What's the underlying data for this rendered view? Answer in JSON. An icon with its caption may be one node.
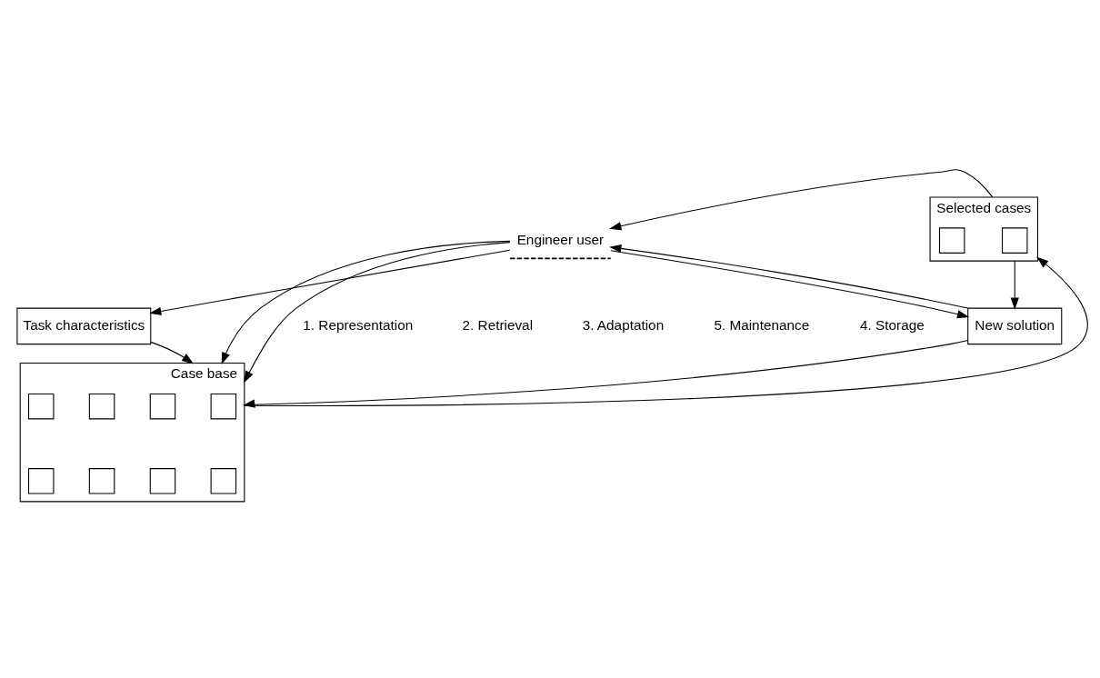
{
  "diagram": {
    "nodes": [
      {
        "text": [
          "Engineer user"
        ]
      },
      {
        "text": [
          "Task characteristics"
        ]
      },
      {
        "text": [
          "Selected cases"
        ]
      },
      {
        "text": [],
        "shape": "box",
        "in": 2
      },
      {
        "text": [],
        "shape": "box",
        "in": 2
      },
      {
        "text": [
          "New solution"
        ]
      },
      {
        "text": [
          "Case base"
        ]
      },
      {
        "text": [],
        "shape": "box",
        "in": 6
      },
      {
        "text": [],
        "shape": "box",
        "in": 6
      },
      {
        "text": [],
        "shape": "box",
        "in": 6
      },
      {
        "text": [],
        "shape": "box",
        "in": 6
      },
      {
        "text": [],
        "shape": "box",
        "in": 6
      },
      {
        "text": [],
        "shape": "box",
        "in": 6
      },
      {
        "text": [],
        "shape": "box",
        "in": 6
      },
      {
        "text": [],
        "shape": "box",
        "in": 6
      }
    ],
    "edges": [
      {
        "from": 0,
        "to": 6,
        "arrow": "to"
      },
      {
        "from": 0,
        "to": 1,
        "arrow": "to"
      },
      {
        "from": 1,
        "to": 6,
        "arrow": "to"
      },
      {
        "from": 2,
        "to": 0,
        "arrow": "to"
      },
      {
        "from": 6,
        "to": 2,
        "arrow": "to"
      },
      {
        "from": 2,
        "to": 5,
        "arrow": "to"
      },
      {
        "from": 0,
        "to": 5,
        "arrow": "to"
      },
      {
        "from": 5,
        "to": 0,
        "arrow": "to"
      },
      {
        "from": 5,
        "to": 6,
        "arrow": "to"
      },
      {
        "from": 0,
        "to": 6,
        "arrow": "to"
      }
    ],
    "labels": [
      "1. Representation",
      "2. Retrieval",
      "3. Adaptation",
      "5. Maintenance",
      "4. Storage"
    ]
  }
}
